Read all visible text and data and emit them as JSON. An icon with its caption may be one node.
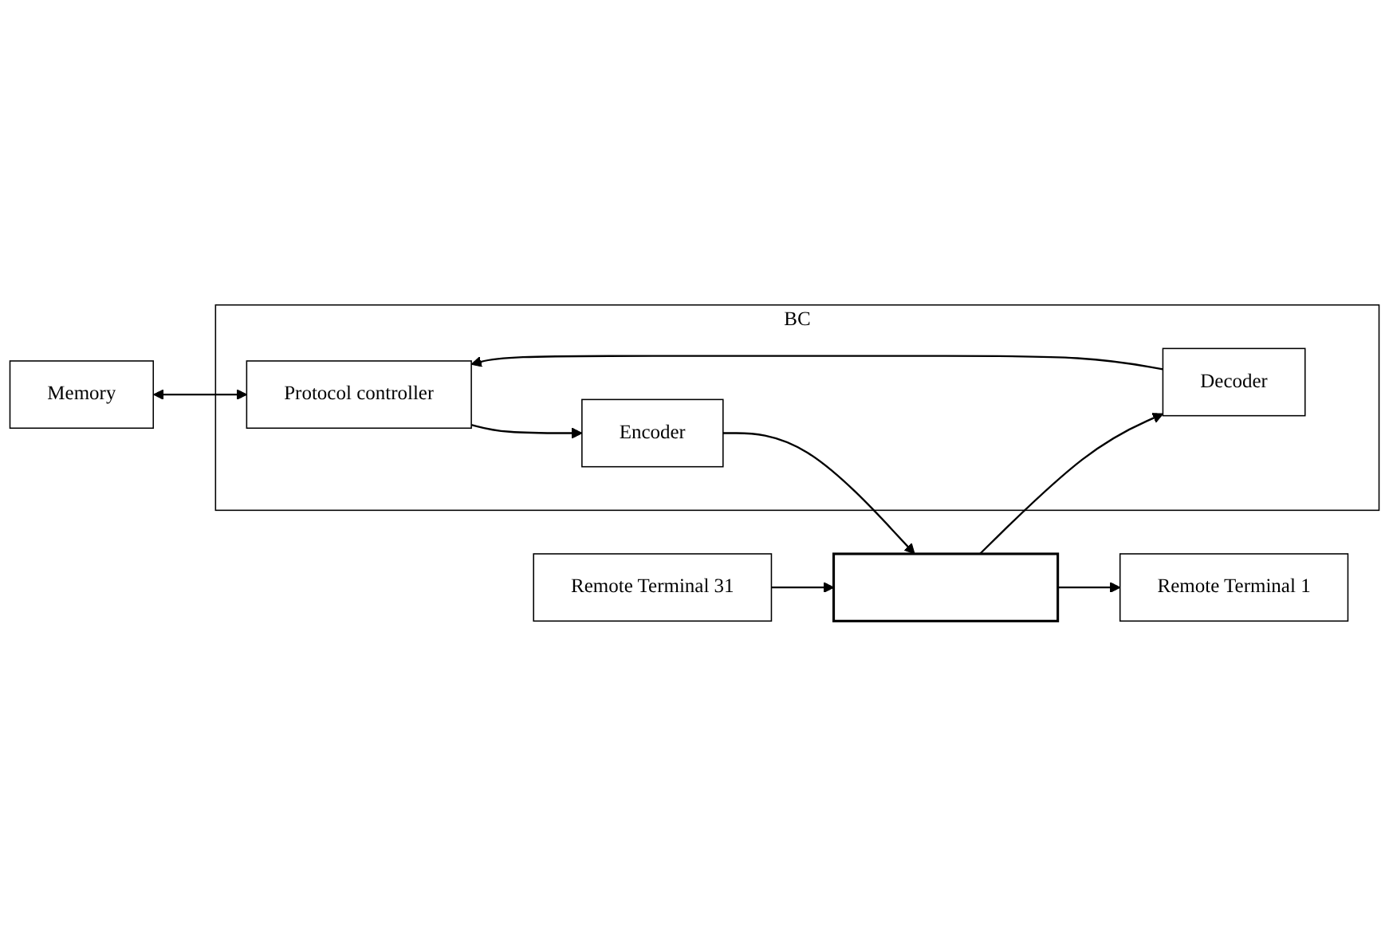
{
  "diagram": {
    "nodes": [
      {
        "text": [
          "BC"
        ]
      },
      {
        "text": [
          "Protocol controller"
        ],
        "in": 0
      },
      {
        "text": [
          "Encoder"
        ],
        "in": 0
      },
      {
        "text": [
          "Decoder"
        ],
        "in": 0
      },
      {
        "text": [
          "Memory"
        ]
      },
      {
        "text": [],
        "shape": "bar"
      },
      {
        "text": [
          "Remote Terminal 1"
        ]
      },
      {
        "text": [
          "Remote Terminal 31"
        ]
      }
    ],
    "edges": [
      {
        "from": 4,
        "to": 1,
        "arrow": "both"
      },
      {
        "from": 1,
        "to": 2,
        "arrow": "to"
      },
      {
        "from": 2,
        "to": 5,
        "arrow": "to"
      },
      {
        "from": 5,
        "to": 3,
        "arrow": "to"
      },
      {
        "from": 3,
        "to": 1,
        "arrow": "to"
      },
      {
        "from": 5,
        "to": 6,
        "arrow": "to"
      },
      {
        "from": 7,
        "to": 5,
        "arrow": "to"
      }
    ]
  }
}
